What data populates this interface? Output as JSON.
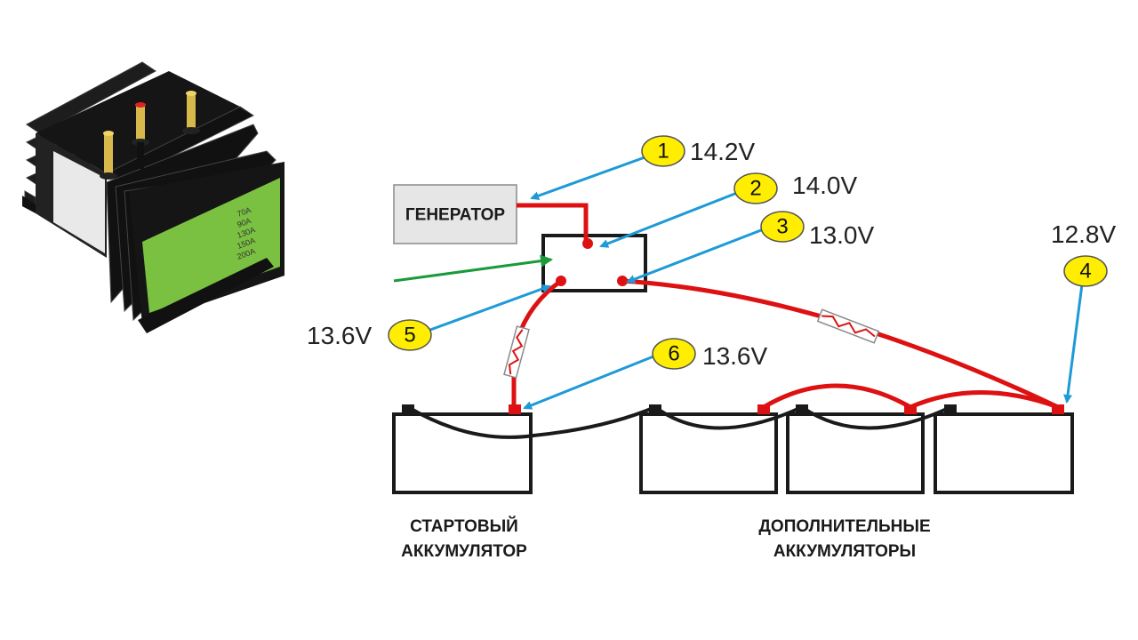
{
  "generator": {
    "label": "ГЕНЕРАТОР"
  },
  "points": [
    {
      "num": "1",
      "voltage": "14.2V"
    },
    {
      "num": "2",
      "voltage": "14.0V"
    },
    {
      "num": "3",
      "voltage": "13.0V"
    },
    {
      "num": "4",
      "voltage": "12.8V"
    },
    {
      "num": "5",
      "voltage": "13.6V"
    },
    {
      "num": "6",
      "voltage": "13.6V"
    }
  ],
  "captions": {
    "starter_line1": "СТАРТОВЫЙ",
    "starter_line2": "АККУМУЛЯТОР",
    "aux_line1": "ДОПОЛНИТЕЛЬНЫЕ",
    "aux_line2": "АККУМУЛЯТОРЫ"
  },
  "device_label": {
    "ratings": [
      "70A",
      "90A",
      "130A",
      "150A",
      "200A"
    ]
  },
  "colors": {
    "wire_positive": "#dd1111",
    "wire_negative": "#1a1a1a",
    "pointer": "#1e9ad6",
    "input_arrow": "#1a9a3a",
    "badge_fill": "#ffee00",
    "generator_fill": "#e6e6e6",
    "device_label": "#7ac142"
  }
}
